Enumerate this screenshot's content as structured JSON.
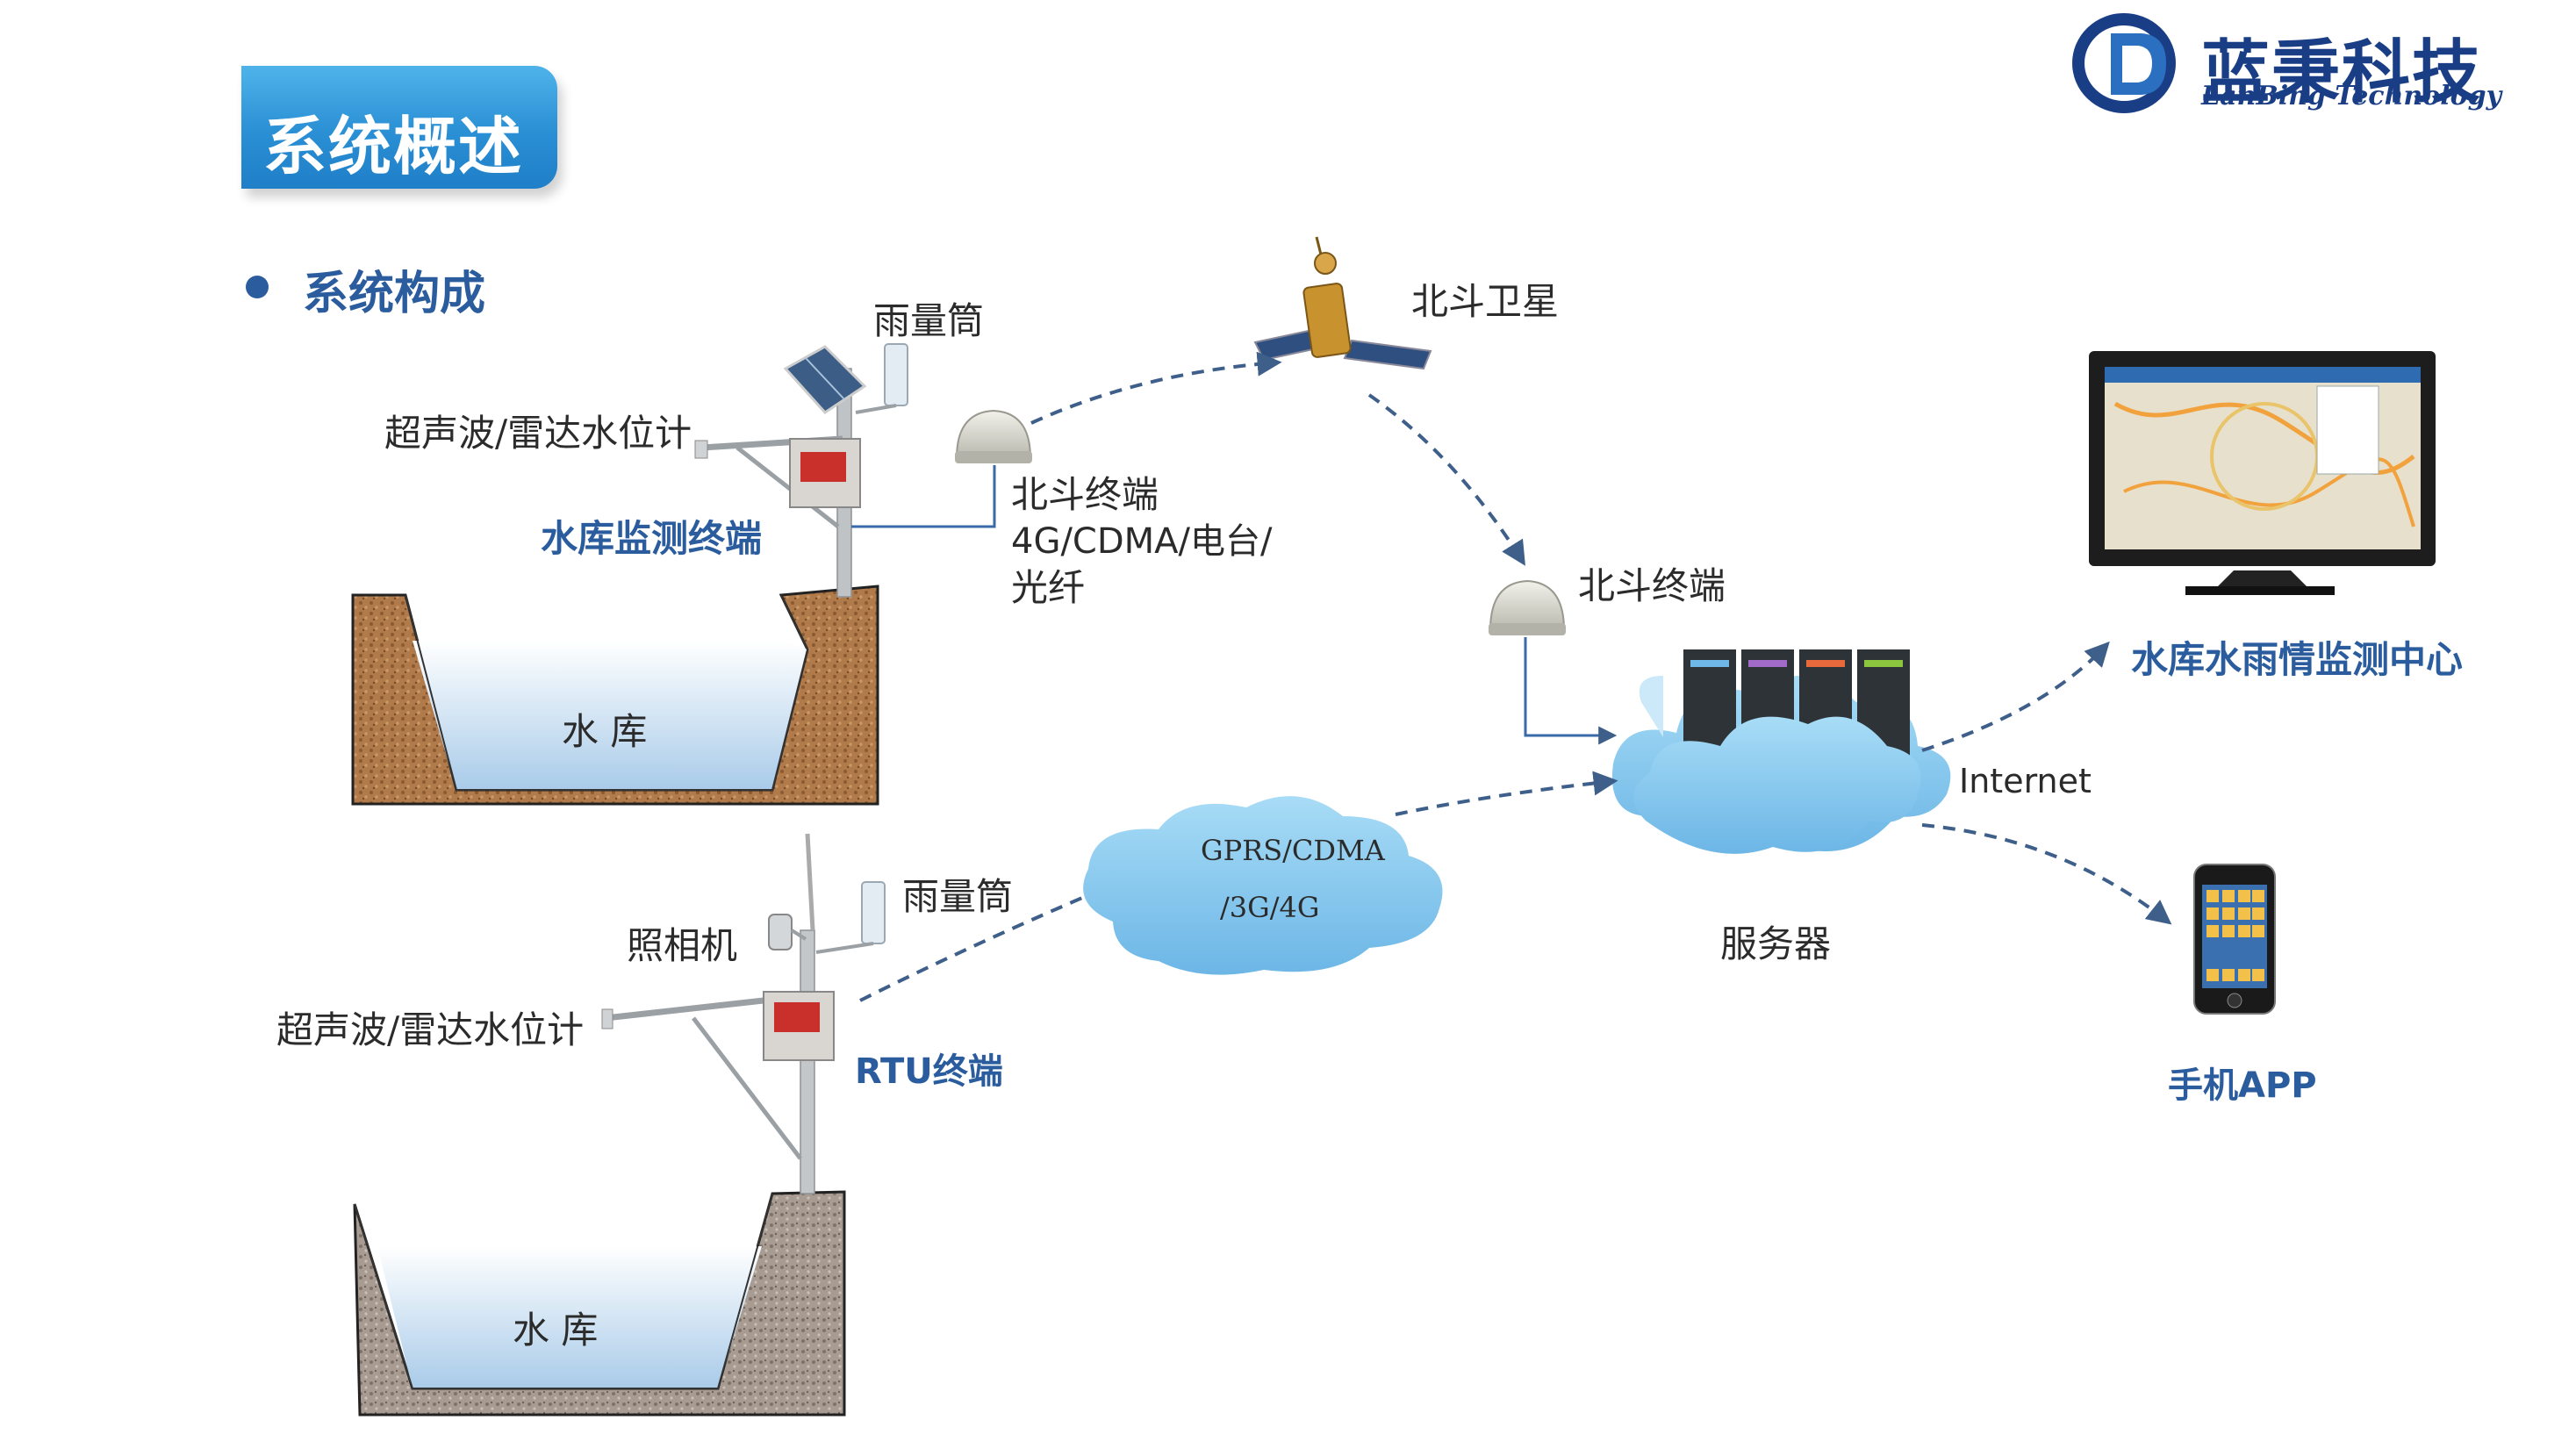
{
  "header": {
    "title": "系统概述",
    "section": "系统构成",
    "logo": {
      "cn": "蓝秉科技",
      "en": "LanBing Technology",
      "color": "#1a3e86"
    }
  },
  "colors": {
    "accent": "#2a5c9e",
    "banner": "#2a8fd4",
    "soil": "#b07a4a",
    "gravel": "#9a8c80",
    "water": "#a9cbe9",
    "cloud": "#8ccbf0"
  },
  "top_station": {
    "rain_gauge": "雨量筒",
    "water_level": "超声波/雷达水位计",
    "terminal": "水库监测终端",
    "reservoir": "水 库"
  },
  "comm": {
    "beidou_terminal": "北斗终端",
    "channels_line1": "4G/CDMA/电台/",
    "channels_line2": "光纤",
    "satellite": "北斗卫星",
    "beidou_terminal_2": "北斗终端",
    "network_line1": "GPRS/CDMA",
    "network_line2": "/3G/4G"
  },
  "bottom_station": {
    "rain_gauge": "雨量筒",
    "camera": "照相机",
    "water_level": "超声波/雷达水位计",
    "terminal": "RTU终端",
    "reservoir": "水 库"
  },
  "center": {
    "server": "服务器",
    "internet": "Internet",
    "monitor_center": "水库水雨情监测中心",
    "mobile_app": "手机APP"
  }
}
